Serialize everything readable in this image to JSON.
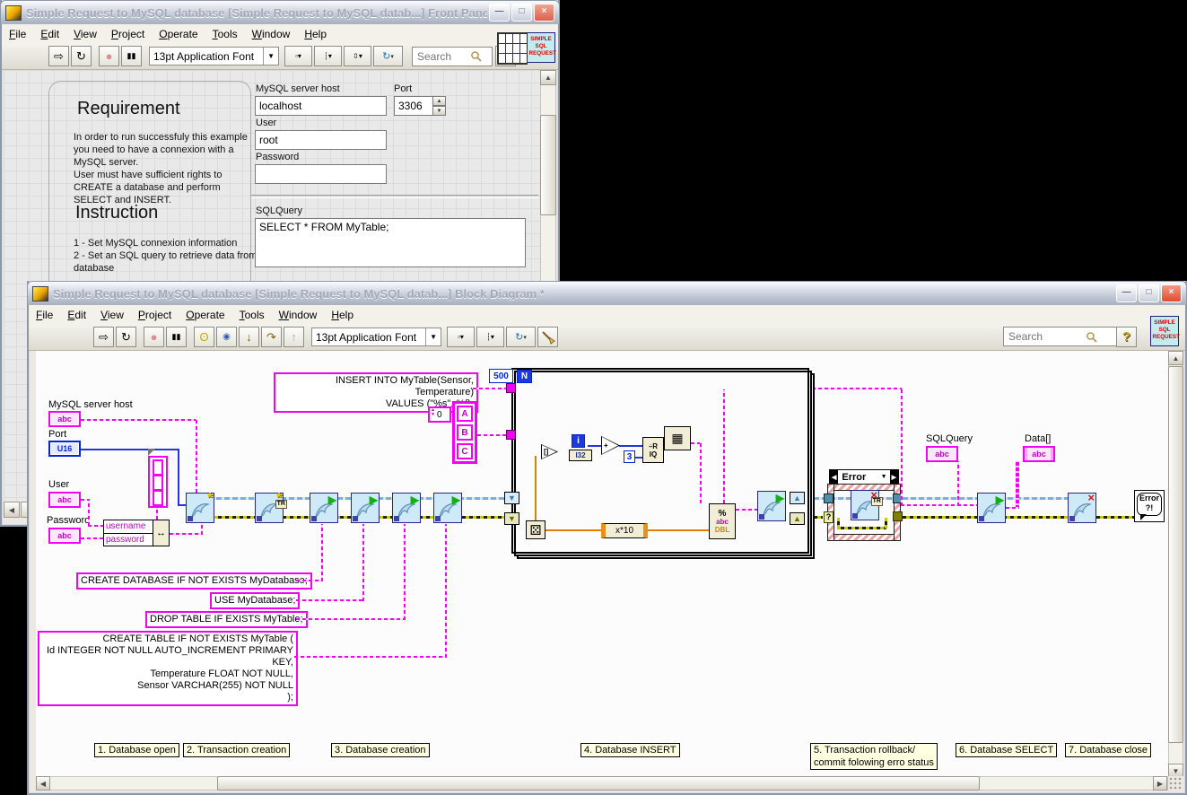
{
  "menu": [
    "File",
    "Edit",
    "View",
    "Project",
    "Operate",
    "Tools",
    "Window",
    "Help"
  ],
  "toolbar": {
    "font": "13pt Application Font",
    "search_placeholder": "Search",
    "help": "?"
  },
  "logo": [
    "SIMPLE",
    "SQL",
    "REQUEST"
  ],
  "icons": {
    "run": "⇨",
    "run_cont": "↻",
    "stop": "●",
    "pause": "▮▮",
    "dropdown": "▼",
    "star": "*",
    "play": "▶",
    "close_x": "×",
    "up": "▲",
    "down": "▼",
    "left": "◀",
    "right": "▶",
    "dice": "⚄",
    "table": "▦",
    "swap": "↔",
    "min": "—",
    "max": "□",
    "step_into": "↓",
    "step_over": "↷",
    "step_out": "↑",
    "divide": "÷",
    "probe": "◉",
    "bulb": "ʘ"
  },
  "front_panel": {
    "title": "Simple Request to MySQL database [Simple Request to MySQL datab...] Front Panel *",
    "doc": {
      "requirement_title": "Requirement",
      "requirement_p1": "In order to run successfuly this example you need to have a connexion with a MySQL server.",
      "requirement_p2": "User must have sufficient rights to CREATE a database and perform SELECT and INSERT.",
      "instruction_title": "Instruction",
      "instruction_l1": "1 - Set MySQL connexion information",
      "instruction_l2": "2 - Set an SQL query to retrieve data from database"
    },
    "form": {
      "host_label": "MySQL server host",
      "host_value": "localhost",
      "port_label": "Port",
      "port_value": "3306",
      "user_label": "User",
      "user_value": "root",
      "password_label": "Password",
      "password_value": "",
      "sql_label": "SQLQuery",
      "sql_value": "SELECT * FROM MyTable;"
    }
  },
  "block_diagram": {
    "title": "Simple Request to MySQL database [Simple Request to MySQL datab...] Block Diagram *",
    "labels": {
      "host": "MySQL server host",
      "port": "Port",
      "user": "User",
      "password": "Password",
      "sqlquery": "SQLQuery",
      "data": "Data[]"
    },
    "types": {
      "str": "abc",
      "u16": "U16"
    },
    "bundle": {
      "row1": "username",
      "row2": "password"
    },
    "loop": {
      "count": "500",
      "n": "N"
    },
    "array_const": {
      "index": "0",
      "items": [
        "A",
        "B",
        "C"
      ]
    },
    "nodes": {
      "i": "i",
      "to_i32": "I32",
      "divisor": "3",
      "quo_r": "R",
      "quo_iq": "IQ",
      "expr": "x*10",
      "fmt_pct": "%",
      "fmt_abc": "abc",
      "fmt_dbl": "DBL",
      "index_op": "[]",
      "plus_op": "+",
      "case_name": "Error",
      "selector": "?",
      "tr": "TR",
      "err_l1": "Error",
      "err_l2": "?!"
    },
    "sql": {
      "insert": "INSERT INTO MyTable(Sensor, Temperature)\nVALUES (\"%s\", %f);",
      "create_db": "CREATE DATABASE IF NOT EXISTS MyDatabase;",
      "use_db": "USE MyDatabase;",
      "drop_table": "DROP TABLE IF EXISTS MyTable;",
      "create_table": "CREATE TABLE IF NOT EXISTS MyTable (\nId INTEGER NOT NULL AUTO_INCREMENT PRIMARY KEY,\nTemperature FLOAT NOT NULL,\nSensor VARCHAR(255) NOT NULL\n);"
    },
    "notes": [
      "1. Database open",
      "2. Transaction creation",
      "3. Database creation",
      "4. Database INSERT",
      "5. Transaction rollback/\ncommit folowing erro status",
      "6. Database SELECT",
      "7. Database close"
    ]
  },
  "colors": {
    "wire_string": "#F202F2",
    "wire_numeric": "#2038D8",
    "wire_error": "#C8C800",
    "wire_connection": "#79AFDC",
    "vi_bg": "#CEE9F8",
    "note_bg": "#FFFFE1",
    "logo_text": "#E00000"
  }
}
